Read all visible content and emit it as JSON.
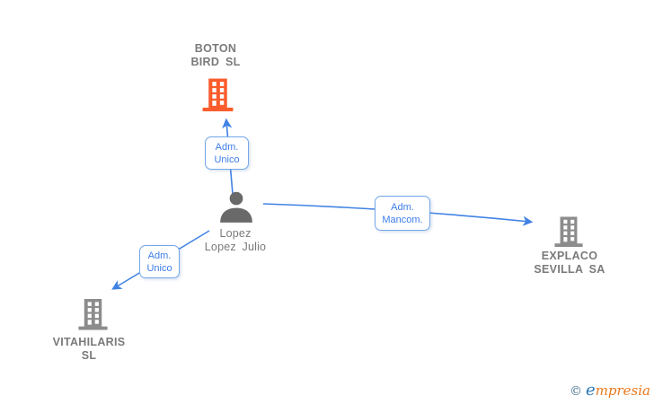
{
  "diagram": {
    "nodes": [
      {
        "id": "boton-bird-sl",
        "type": "company",
        "name": "BOTON BIRD SL",
        "lines": [
          "BOTON",
          "BIRD SL"
        ],
        "highlighted": true
      },
      {
        "id": "lopez-lopez-julio",
        "type": "person",
        "name": "Lopez Lopez Julio",
        "lines": [
          "Lopez",
          "Lopez Julio"
        ],
        "highlighted": false
      },
      {
        "id": "explaco-sevilla-sa",
        "type": "company",
        "name": "EXPLACO SEVILLA SA",
        "lines": [
          "EXPLACO",
          "SEVILLA SA"
        ],
        "highlighted": false
      },
      {
        "id": "vitahilaris-sl",
        "type": "company",
        "name": "VITAHILARIS SL",
        "lines": [
          "VITAHILARIS",
          "SL"
        ],
        "highlighted": false
      }
    ],
    "edges": [
      {
        "from": "lopez-lopez-julio",
        "to": "boton-bird-sl",
        "label": "Adm. Unico",
        "label_lines": [
          "Adm.",
          "Unico"
        ]
      },
      {
        "from": "lopez-lopez-julio",
        "to": "explaco-sevilla-sa",
        "label": "Adm. Mancom.",
        "label_lines": [
          "Adm.",
          "Mancom."
        ]
      },
      {
        "from": "lopez-lopez-julio",
        "to": "vitahilaris-sl",
        "label": "Adm. Unico",
        "label_lines": [
          "Adm.",
          "Unico"
        ]
      }
    ]
  },
  "watermark": {
    "symbol": "©",
    "first_letter": "e",
    "rest": "mpresia"
  },
  "colors": {
    "accent_orange": "#FA5C2C",
    "company_gray": "#8C8C8C",
    "person_gray": "#696969",
    "label_gray": "#7A7A7A",
    "edge_blue": "#4182E4",
    "box_border_blue": "#74A7E8",
    "box_text_blue": "#3D7DE8",
    "logo_symbol": "#46708A",
    "logo_e": "#2878B8",
    "logo_rest": "#E8791C"
  }
}
